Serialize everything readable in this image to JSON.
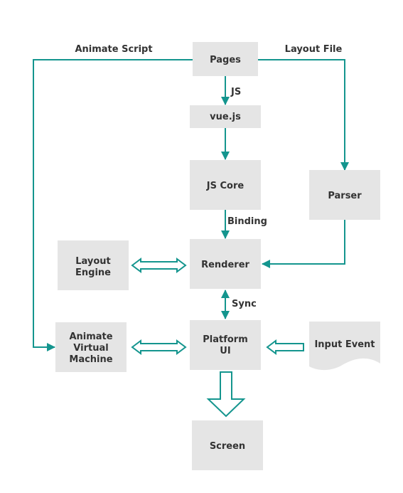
{
  "colors": {
    "accent": "#14958e",
    "node_fill": "#e5e5e5",
    "text": "#333333"
  },
  "nodes": {
    "pages": "Pages",
    "vuejs": "vue.js",
    "jscore": "JS Core",
    "parser": "Parser",
    "layout_engine": [
      "Layout",
      "Engine"
    ],
    "renderer": "Renderer",
    "animate_vm": [
      "Animate",
      "Virtual",
      "Machine"
    ],
    "platform_ui": [
      "Platform",
      "UI"
    ],
    "input_event": "Input Event",
    "screen": "Screen"
  },
  "edge_labels": {
    "animate_script": "Animate Script",
    "layout_file": "Layout File",
    "js": "JS",
    "binding": "Binding",
    "sync": "Sync"
  }
}
